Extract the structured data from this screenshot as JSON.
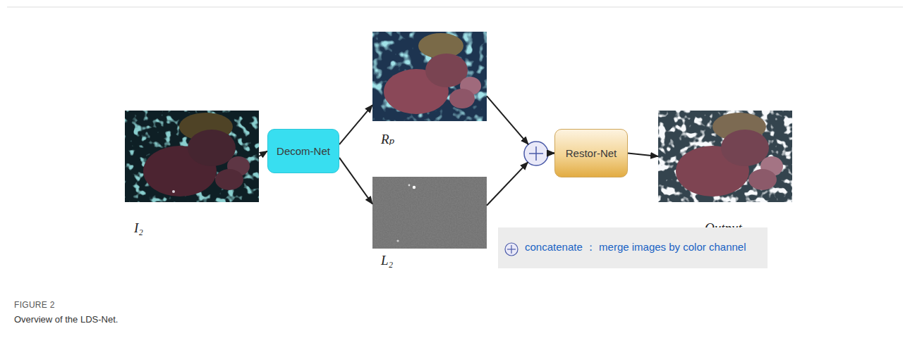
{
  "diagram": {
    "caption": "Overview of the LDS-Net.",
    "nodes": [
      {
        "text": [
          "I₂"
        ]
      },
      {
        "text": [
          "Decom-Net"
        ]
      },
      {
        "text": [
          "Rₚ"
        ]
      },
      {
        "text": [
          "L₂"
        ]
      },
      {
        "text": [
          "Restor-Net"
        ]
      },
      {
        "text": [
          "Output"
        ]
      }
    ],
    "edges": [
      {
        "from": 0,
        "to": 1,
        "arrow": "to"
      },
      {
        "from": 1,
        "to": 2,
        "arrow": "to"
      },
      {
        "from": 1,
        "to": 3,
        "arrow": "to"
      },
      {
        "from": 2,
        "to": 4,
        "arrow": "to"
      },
      {
        "from": 3,
        "to": 4,
        "arrow": "to"
      },
      {
        "from": 4,
        "to": 5,
        "arrow": "to"
      }
    ],
    "labels": [
      "FIGURE 2"
    ],
    "legend": [
      {
        "text": "concatenate ： merge images by color channel"
      }
    ]
  }
}
